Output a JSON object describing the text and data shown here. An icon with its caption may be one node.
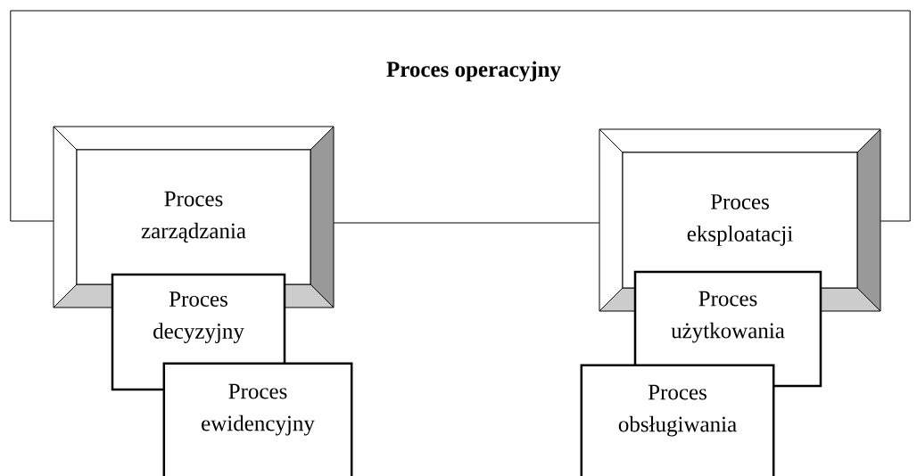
{
  "diagram": {
    "title": "Proces operacyjny",
    "nodes": [
      {
        "text": [
          "Proces zarządzania"
        ]
      },
      {
        "text": [
          "Proces decyzyjny"
        ]
      },
      {
        "text": [
          "Proces ewidencyjny"
        ]
      },
      {
        "text": [
          "Proces eksploatacji"
        ]
      },
      {
        "text": [
          "Proces użytkowania"
        ]
      },
      {
        "text": [
          "Proces obsługiwania"
        ]
      }
    ],
    "edges": [
      {
        "from": 0,
        "to": 3,
        "arrow": "none"
      },
      {
        "from": 0,
        "to": 3,
        "arrow": "none"
      }
    ]
  }
}
